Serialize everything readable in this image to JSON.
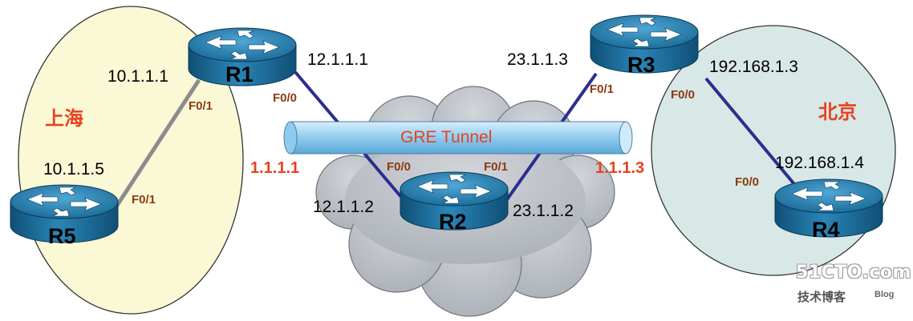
{
  "cities": {
    "shanghai": "上海",
    "beijing": "北京"
  },
  "tunnel": {
    "label": "GRE Tunnel",
    "left_ip": "1.1.1.1",
    "right_ip": "1.1.1.3"
  },
  "routers": {
    "r1": {
      "name": "R1",
      "ip_left": "10.1.1.1",
      "ip_right": "12.1.1.1",
      "port_down": "F0/1",
      "port_right": "F0/0"
    },
    "r2": {
      "name": "R2",
      "ip_left": "12.1.1.2",
      "ip_right": "23.1.1.2",
      "port_left": "F0/0",
      "port_right": "F0/1"
    },
    "r3": {
      "name": "R3",
      "ip_left": "23.1.1.3",
      "ip_right": "192.168.1.3",
      "port_left": "F0/1",
      "port_right": "F0/0"
    },
    "r4": {
      "name": "R4",
      "ip": "192.168.1.4",
      "port": "F0/0"
    },
    "r5": {
      "name": "R5",
      "ip": "10.1.1.5",
      "port": "F0/1"
    }
  },
  "watermark": {
    "logo": "51CTO.com",
    "subtitle": "技术博客",
    "blog": "Blog"
  },
  "colors": {
    "shanghai_area": "#fbf8d6",
    "beijing_area": "#d8e8e6",
    "cloud": "#b9bdc3",
    "router": "#1d6d99",
    "tunnel": "#8fcbee",
    "link": "#2b2d8e",
    "accent": "#e8421f"
  }
}
